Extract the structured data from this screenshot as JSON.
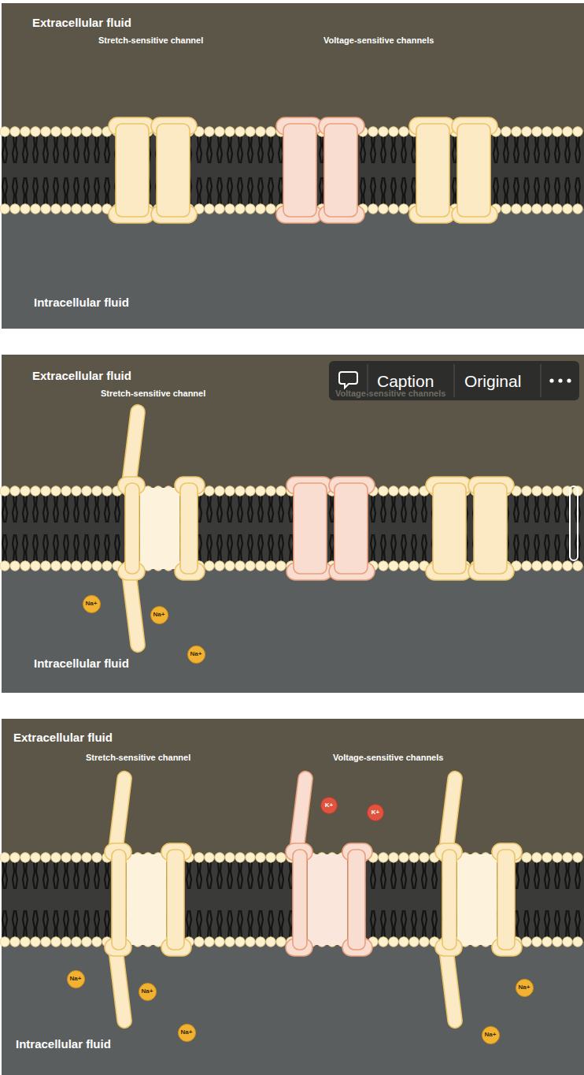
{
  "diagram": {
    "nodes": [
      {
        "text": [
          "Na+"
        ]
      },
      {
        "text": [
          "Na+"
        ]
      },
      {
        "text": [
          "Na+"
        ]
      },
      {
        "text": [
          "K+"
        ]
      },
      {
        "text": [
          "K+"
        ]
      },
      {
        "text": [
          "Na+"
        ]
      },
      {
        "text": [
          "Na+"
        ]
      },
      {
        "text": [
          "Na+"
        ]
      },
      {
        "text": [
          "Na+"
        ]
      },
      {
        "text": [
          "Na+"
        ]
      }
    ],
    "labels": [
      "Extracellular fluid",
      "Stretch-sensitive channel",
      "Voltage-sensitive channels",
      "Intracellular fluid",
      "Extracellular fluid",
      "Stretch-sensitive channel",
      "Voltage-sensitive channels",
      "Caption",
      "Original",
      "Intracellular fluid",
      "Extracellular fluid",
      "Stretch-sensitive channel",
      "Voltage-sensitive channels",
      "Intracellular fluid"
    ]
  }
}
